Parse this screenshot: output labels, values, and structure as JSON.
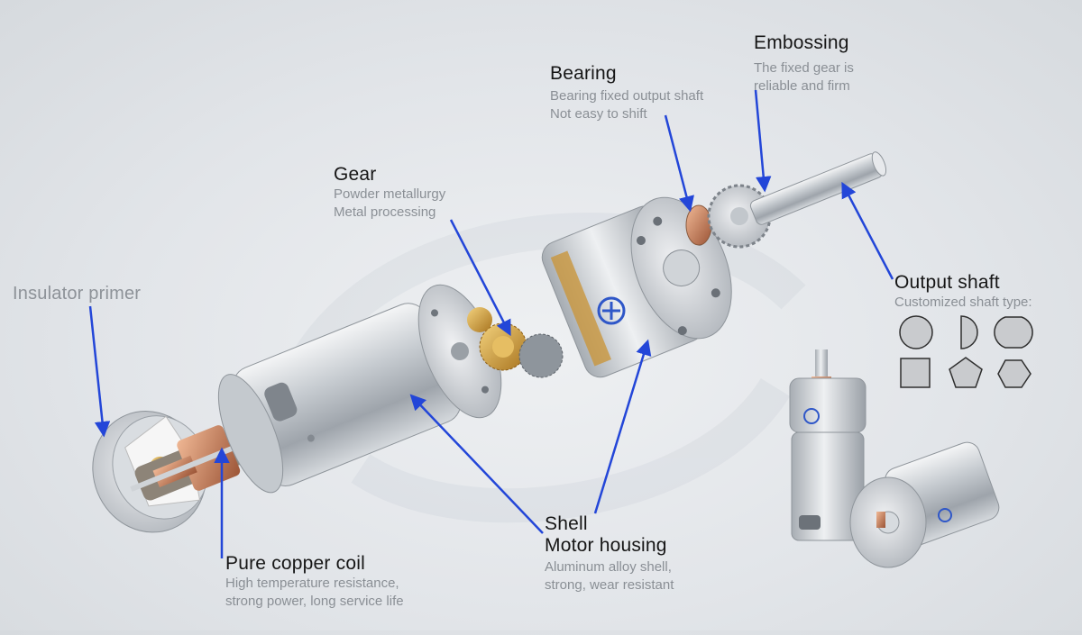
{
  "callouts": {
    "embossing": {
      "title": "Embossing",
      "lines": [
        "The fixed gear is",
        "reliable and firm"
      ]
    },
    "bearing": {
      "title": "Bearing",
      "lines": [
        "Bearing fixed output shaft",
        "Not easy to shift"
      ]
    },
    "gear": {
      "title": "Gear",
      "lines": [
        "Powder metallurgy",
        "Metal processing"
      ]
    },
    "insulator": {
      "title": "Insulator primer"
    },
    "output_shaft": {
      "title": "Output shaft",
      "lines": [
        "Customized shaft type:"
      ]
    },
    "shell": {
      "title1": "Shell",
      "title2": "Motor housing",
      "lines": [
        "Aluminum alloy shell,",
        "strong, wear resistant"
      ]
    },
    "copper_coil": {
      "title": "Pure copper coil",
      "lines": [
        "High temperature resistance,",
        "strong power, long service life"
      ]
    }
  },
  "shaft_types": [
    "circle",
    "d-cut",
    "double-d",
    "square",
    "pentagon",
    "hexagon"
  ],
  "colors": {
    "arrow": "#2346d8",
    "metal": "#b9bec4",
    "brass": "#c9963c",
    "copper": "#c97b52",
    "logo": "#2f57c8"
  }
}
